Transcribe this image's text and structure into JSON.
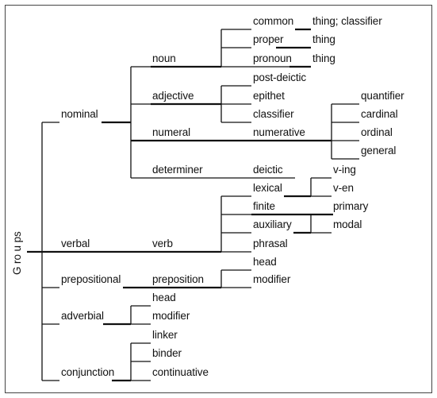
{
  "root": {
    "label": "G ro u ps"
  },
  "nodes": {
    "nominal": "nominal",
    "verbal": "verbal",
    "prepositional": "prepositional",
    "adverbial": "adverbial",
    "conjunction": "conjunction",
    "noun": "noun",
    "adjective": "adjective",
    "numeral": "numeral",
    "determiner": "determiner",
    "verb": "verb",
    "preposition": "preposition",
    "prep_head": "head",
    "adv_modifier": "modifier",
    "linker": "linker",
    "binder": "binder",
    "continuative": "continuative",
    "common": "common",
    "proper": "proper",
    "pronoun": "pronoun",
    "post_deictic": "post-deictic",
    "epithet": "epithet",
    "classifier": "classifier",
    "numerative": "numerative",
    "deictic": "deictic",
    "lexical": "lexical",
    "finite": "finite",
    "auxiliary": "auxiliary",
    "phrasal": "phrasal",
    "prep_head2": "head",
    "prep_modifier": "modifier",
    "thing_classifier": "thing; classifier",
    "thing1": "thing",
    "thing2": "thing",
    "quantifier": "quantifier",
    "cardinal": "cardinal",
    "ordinal": "ordinal",
    "general": "general",
    "v_ing": "v-ing",
    "v_en": "v-en",
    "primary": "primary",
    "modal": "modal"
  }
}
